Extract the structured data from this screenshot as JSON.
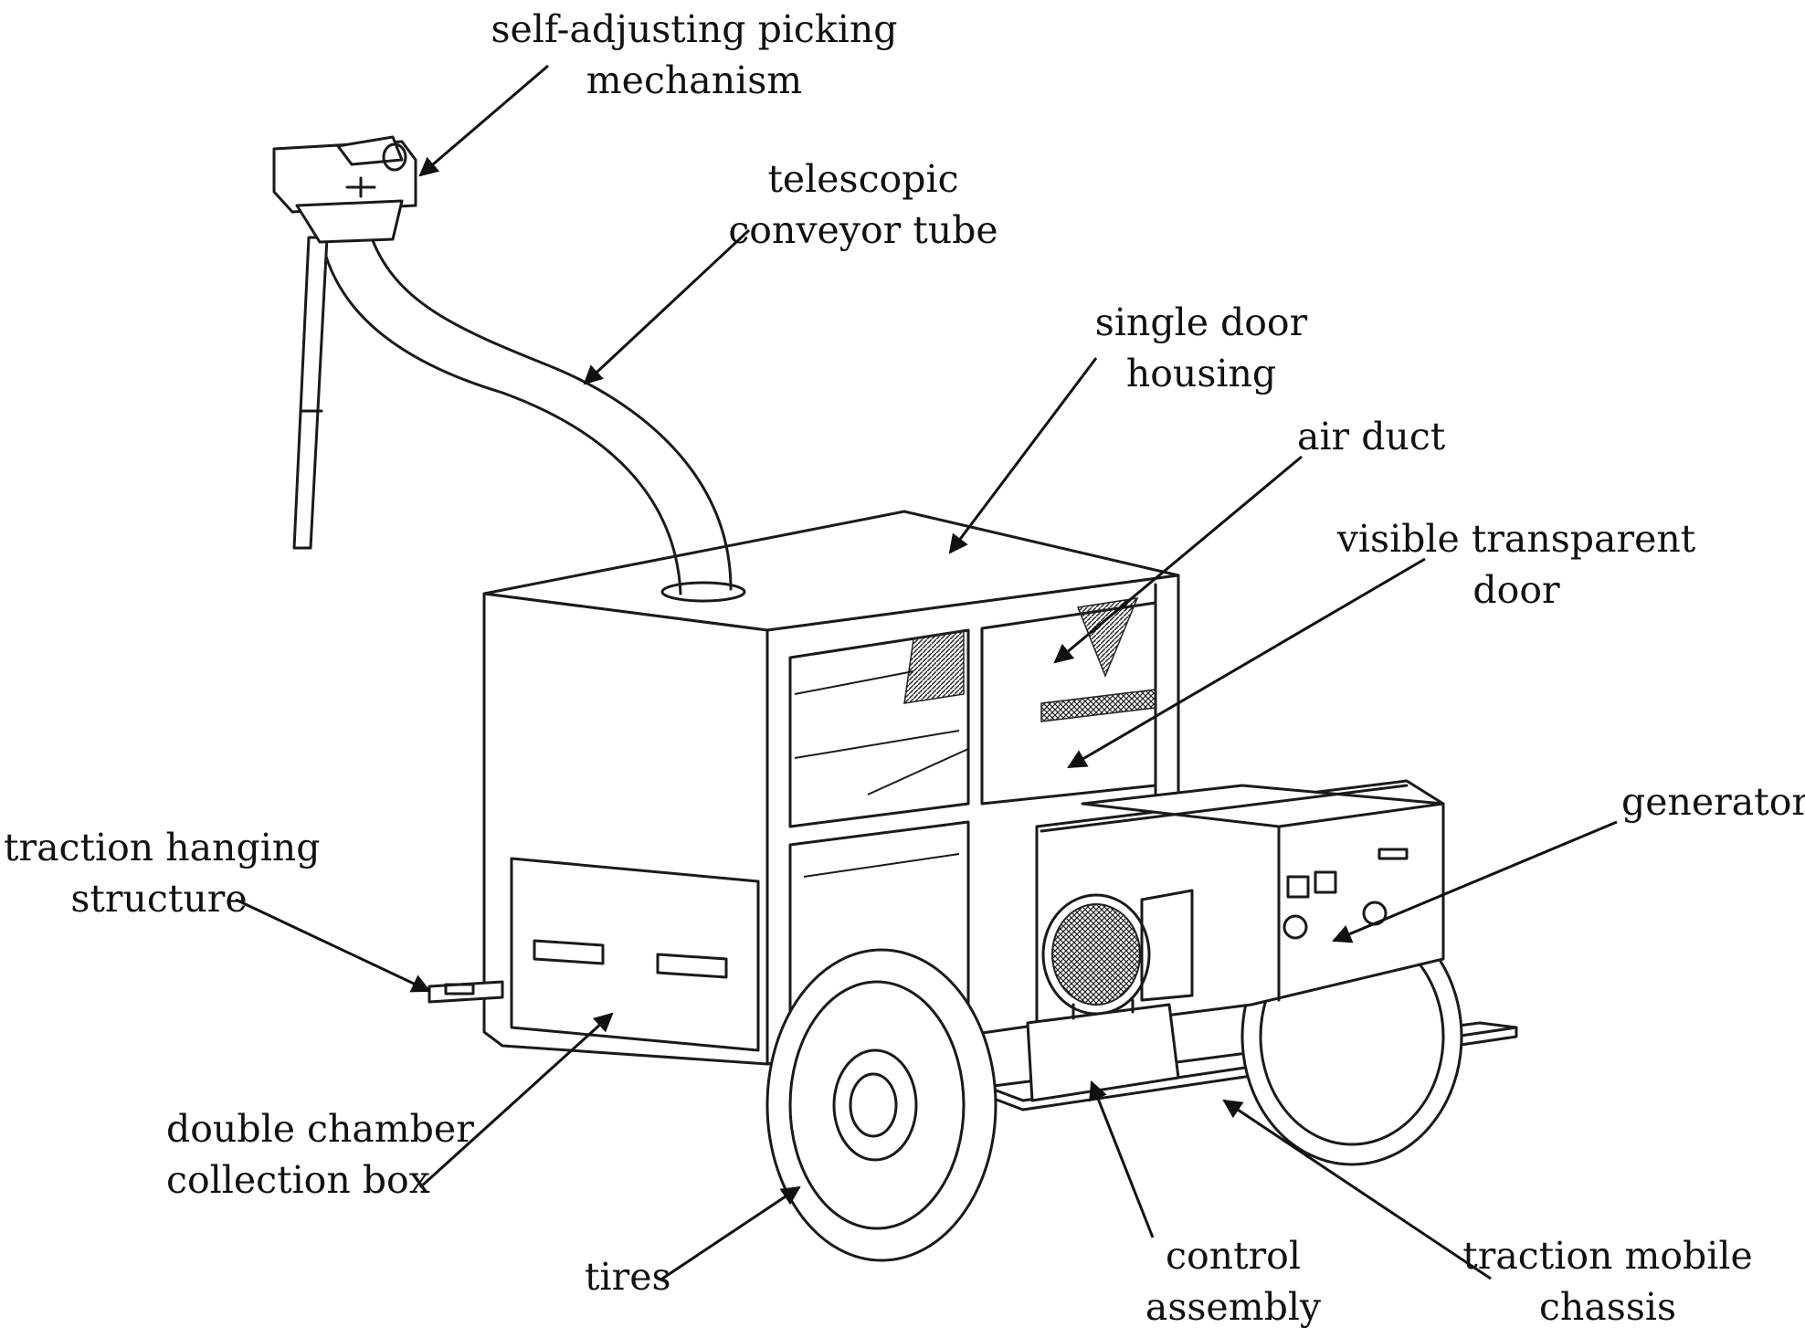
{
  "labels": {
    "picking": [
      "self-adjusting picking",
      "mechanism"
    ],
    "conveyor": [
      "telescopic",
      "conveyor tube"
    ],
    "housing": [
      "single door",
      "housing"
    ],
    "air_duct": [
      "air duct"
    ],
    "transparent_door": [
      "visible transparent",
      "door"
    ],
    "generator": [
      "generator"
    ],
    "traction_hanging": [
      "traction hanging",
      "structure"
    ],
    "collection_box": [
      "double chamber",
      "collection box"
    ],
    "tires": [
      "tires"
    ],
    "control": [
      "control",
      "assembly"
    ],
    "chassis": [
      "traction mobile",
      "chassis"
    ]
  }
}
